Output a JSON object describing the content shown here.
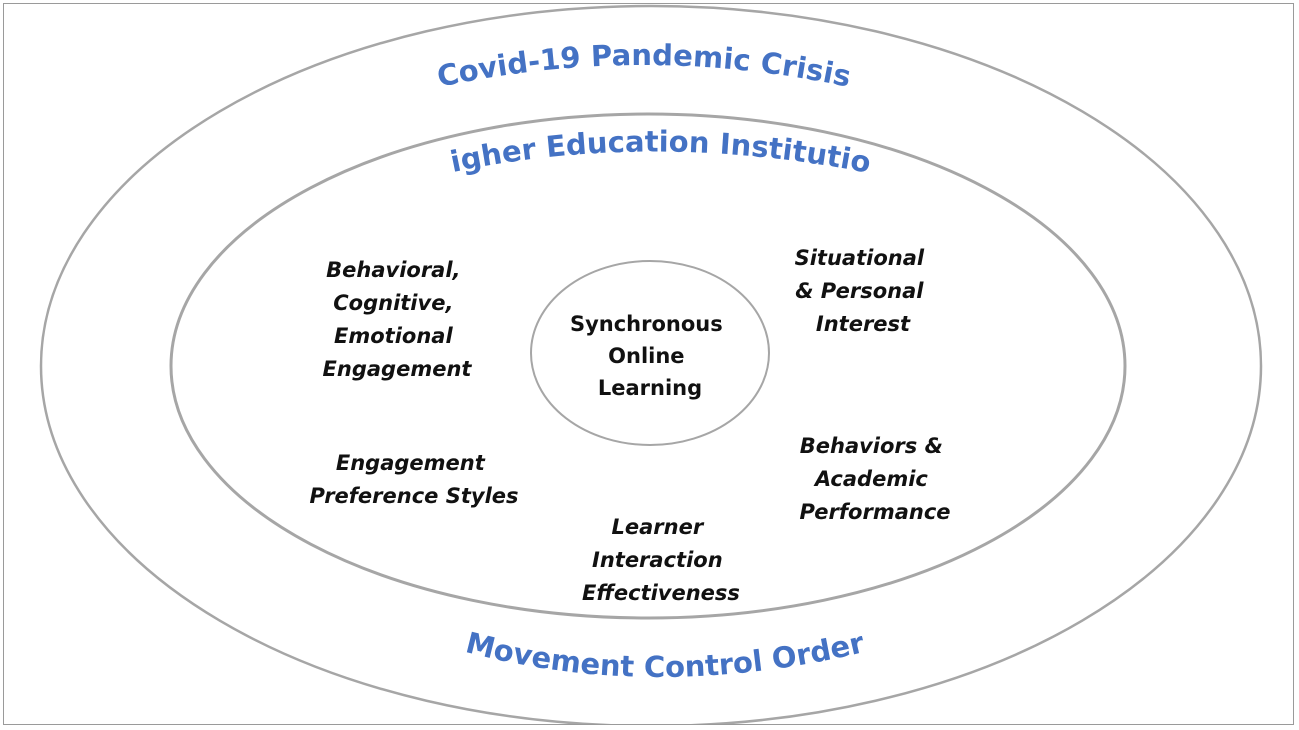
{
  "outer_context": {
    "title": "Covid-19 Pandemic Crisis",
    "bottom_title": "Movement Control Order"
  },
  "institution": {
    "title": "Higher Education Institution"
  },
  "core": {
    "lines": [
      "Synchronous",
      "Online",
      "Learning"
    ]
  },
  "factors": {
    "engagement": [
      "Behavioral,",
      "Cognitive,",
      "Emotional",
      "Engagement"
    ],
    "interest": [
      "Situational",
      "& Personal",
      "Interest"
    ],
    "preference": [
      "Engagement",
      "Preference Styles"
    ],
    "interaction": [
      "Learner",
      "Interaction",
      "Effectiveness"
    ],
    "performance": [
      "Behaviors &",
      "Academic",
      "Performance"
    ]
  },
  "colors": {
    "title_blue": "#4472c4",
    "outline_gray": "#a6a6a6",
    "text_dark": "#111111"
  }
}
